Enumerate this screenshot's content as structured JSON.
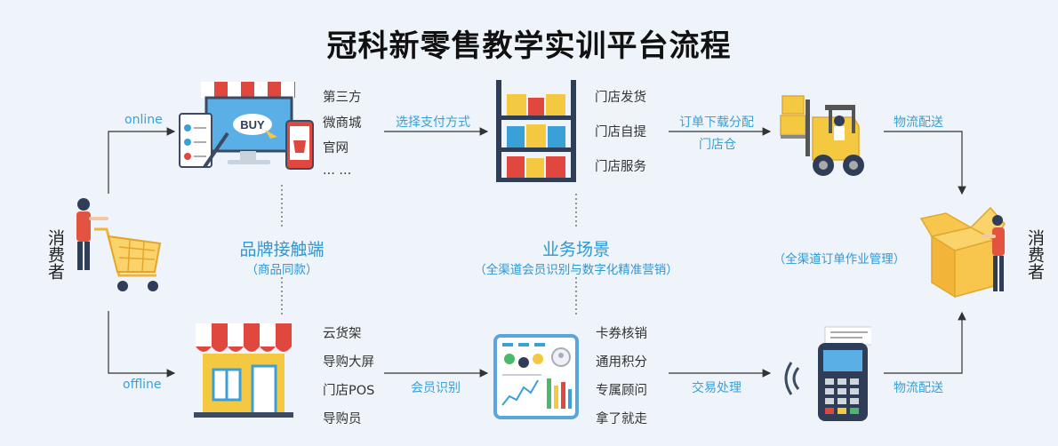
{
  "title": "冠科新零售教学实训平台流程",
  "consumer_left": "消费者",
  "consumer_right": "消费者",
  "channel_online": "online",
  "channel_offline": "offline",
  "online_items": [
    "第三方",
    "微商城",
    "官网",
    "... ..."
  ],
  "buy_label": "BUY",
  "offline_items": [
    "云货架",
    "导购大屏",
    "门店POS",
    "导购员"
  ],
  "brand_touch": {
    "title": "品牌接触端",
    "subtitle": "（商品同款）"
  },
  "business": {
    "title": "业务场景",
    "subtitle": "（全渠道会员识别与数字化精准营销）"
  },
  "order_mgmt": "（全渠道订单作业管理）",
  "label_pay": "选择支付方式",
  "label_member": "会员识别",
  "store_items": [
    "门店发货",
    "门店自提",
    "门店服务"
  ],
  "member_items": [
    "卡券核销",
    "通用积分",
    "专属顾问",
    "拿了就走"
  ],
  "label_order_download": "订单下载分配",
  "label_store_warehouse": "门店仓",
  "label_logistics_top": "物流配送",
  "label_logistics_bottom": "物流配送",
  "label_transaction": "交易处理",
  "colors": {
    "accent": "#3aa0d8",
    "line": "#333333",
    "awning_red": "#e0483f"
  }
}
